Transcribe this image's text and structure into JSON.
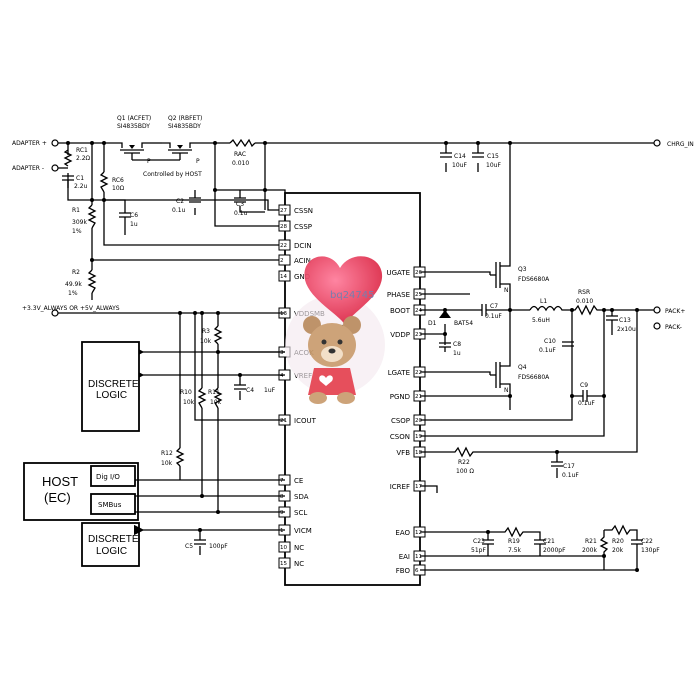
{
  "nets": {
    "adapter_plus": "ADAPTER +",
    "adapter_minus": "ADAPTER -",
    "chrg_in": "CHRG_IN",
    "always": "+3.3V_ALWAYS OR +5V_ALWAYS",
    "pack_plus": "PACK+",
    "pack_minus": "PACK-"
  },
  "mosfets": {
    "q1_name": "Q1 (ACFET)",
    "q1_part": "SI4835BDY",
    "q2_name": "Q2 (RBFET)",
    "q2_part": "SI4835BDY",
    "controlled_by": "Controlled by HOST",
    "q3_name": "Q3",
    "q3_part": "FDS6680A",
    "q4_name": "Q4",
    "q4_part": "FDS6680A",
    "p_label": "P",
    "n_label": "N"
  },
  "components": {
    "rc1": "RC1",
    "rc1_val": "2.2Ω",
    "c1": "C1",
    "c1_val": "2.2u",
    "rc6": "RC6",
    "rc6_val": "10Ω",
    "c6": "C6",
    "c6_val": "1u",
    "r1": "R1",
    "r1_val": "309k",
    "r1_tol": "1%",
    "r2": "R2",
    "r2_val": "49.9k",
    "r2_tol": "1%",
    "rac": "RAC",
    "rac_val": "0.010",
    "c2": "C2",
    "c2_val": "0.1u",
    "c3": "C3",
    "c3_val": "0.1u",
    "c14": "C14",
    "c14_val": "10uF",
    "c15": "C15",
    "c15_val": "10uF",
    "r3": "R3",
    "r3_val": "10k",
    "r10": "R10",
    "r10_val": "10k",
    "r11": "R11",
    "r11_val": "10k",
    "r12": "R12",
    "r12_val": "10k",
    "c4": "C4",
    "c4_val": "1uF",
    "c5": "C5",
    "c5_val": "100pF",
    "d1": "D1",
    "d1_val": "BAT54",
    "c7": "C7",
    "c7_val": "0.1uF",
    "c8": "C8",
    "c8_val": "1u",
    "l1": "L1",
    "l1_val": "5.6uH",
    "rsr": "RSR",
    "rsr_val": "0.010",
    "c10": "C10",
    "c10_val": "0.1uF",
    "c13": "C13",
    "c13_val": "2x10u",
    "c9": "C9",
    "c9_val": "0.1uF",
    "r22": "R22",
    "r22_val": "100 Ω",
    "c17": "C17",
    "c17_val": "0.1uF",
    "c23": "C23",
    "c23_val": "51pF",
    "r19": "R19",
    "r19_val": "7.5k",
    "c21": "C21",
    "c21_val": "2000pF",
    "r21": "R21",
    "r21_val": "200k",
    "r20": "R20",
    "r20_val": "20k",
    "c22": "C22",
    "c22_val": "130pF"
  },
  "ic": {
    "name": "bq24745",
    "left_pins": [
      {
        "num": "27",
        "name": "CSSN"
      },
      {
        "num": "28",
        "name": "CSSP"
      },
      {
        "num": "22",
        "name": "DCIN"
      },
      {
        "num": "2",
        "name": "ACIN"
      },
      {
        "num": "14",
        "name": "GND"
      },
      {
        "num": "13",
        "name": "VDDSMB"
      },
      {
        "num": "3",
        "name": "ACOK"
      },
      {
        "num": "4",
        "name": "VREF"
      },
      {
        "num": "21",
        "name": "ICOUT"
      },
      {
        "num": "7",
        "name": "CE"
      },
      {
        "num": "8",
        "name": "SDA"
      },
      {
        "num": "9",
        "name": "SCL"
      },
      {
        "num": "1",
        "name": "VICM"
      },
      {
        "num": "10",
        "name": "NC"
      },
      {
        "num": "15",
        "name": "NC"
      }
    ],
    "right_pins": [
      {
        "num": "26",
        "name": "UGATE"
      },
      {
        "num": "25",
        "name": "PHASE"
      },
      {
        "num": "24",
        "name": "BOOT"
      },
      {
        "num": "23",
        "name": "VDDP"
      },
      {
        "num": "22",
        "name": "LGATE"
      },
      {
        "num": "21",
        "name": "PGND"
      },
      {
        "num": "20",
        "name": "CSOP"
      },
      {
        "num": "19",
        "name": "CSON"
      },
      {
        "num": "18",
        "name": "VFB"
      },
      {
        "num": "17",
        "name": "ICREF"
      },
      {
        "num": "12",
        "name": "EAO"
      },
      {
        "num": "11",
        "name": "EAI"
      },
      {
        "num": "6",
        "name": "FBO"
      }
    ]
  },
  "blocks": {
    "discrete_logic_top_1": "DISCRETE",
    "discrete_logic_top_2": "LOGIC",
    "host_1": "HOST",
    "host_2": "(EC)",
    "dig_io": "Dig I/O",
    "smbus": "SMBus",
    "discrete_logic_bot_1": "DISCRETE",
    "discrete_logic_bot_2": "LOGIC"
  },
  "watermark": "teddy-bear-with-heart-balloon-icon"
}
